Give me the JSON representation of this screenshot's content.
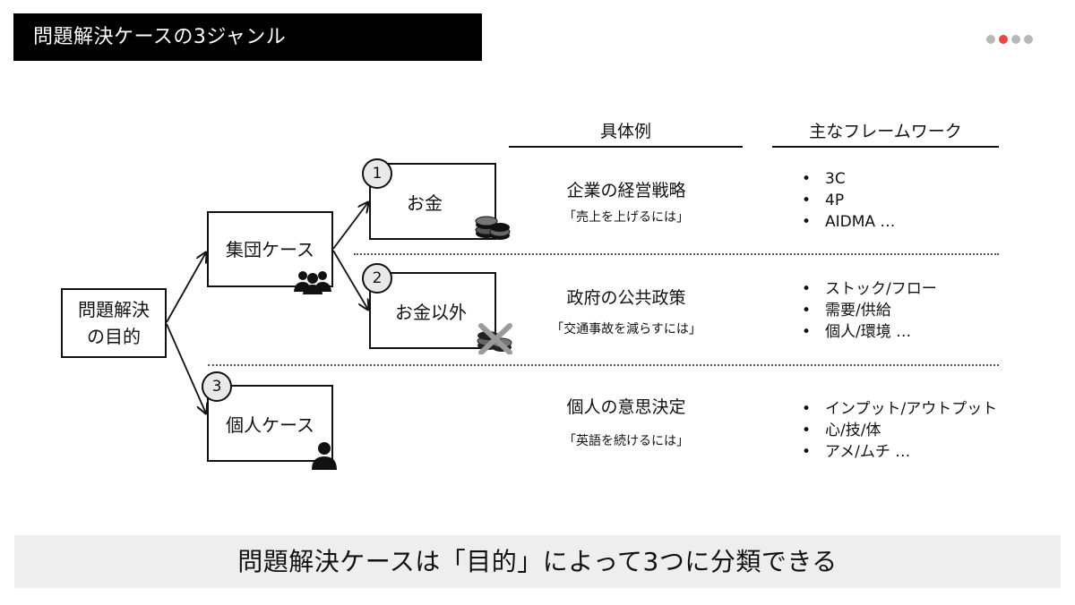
{
  "slide_title": "問題解決ケースの3ジャンル",
  "page_dots": {
    "count": 4,
    "active_index": 1,
    "active_color": "#e8463e",
    "inactive_color": "#b8b8b8"
  },
  "columns": {
    "examples_header": "具体例",
    "frameworks_header": "主なフレームワーク"
  },
  "root": {
    "label": "問題解決\nの目的"
  },
  "group": {
    "label": "集団ケース",
    "icon": "group-people-icon"
  },
  "individual": {
    "label": "個人ケース",
    "number": "3",
    "icon": "person-icon"
  },
  "money": {
    "label": "お金",
    "number": "1",
    "icon": "coins-icon"
  },
  "non_money": {
    "label": "お金以外",
    "number": "2",
    "icon": "coins-crossed-icon"
  },
  "rows": [
    {
      "title": "企業の経営戦略",
      "subtitle": "「売上を上げるには」",
      "frameworks": [
        "3C",
        "4P",
        "AIDMA …"
      ]
    },
    {
      "title": "政府の公共政策",
      "subtitle": "「交通事故を減らすには」",
      "frameworks": [
        "ストック/フロー",
        "需要/供給",
        "個人/環境 …"
      ]
    },
    {
      "title": "個人の意思決定",
      "subtitle": "「英語を続けるには」",
      "frameworks": [
        "インプット/アウトプット",
        "心/技/体",
        "アメ/ムチ …"
      ]
    }
  ],
  "bullet_char": "•",
  "summary": "問題解決ケースは「目的」によって3つに分類できる"
}
